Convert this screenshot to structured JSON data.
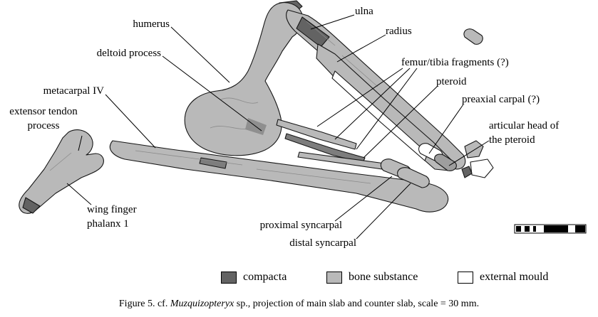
{
  "figure": {
    "labels": {
      "humerus": "humerus",
      "deltoid_process": "deltoid process",
      "metacarpal_iv": "metacarpal IV",
      "extensor_tendon_process": "extensor tendon process",
      "wing_finger_phalanx_1": "wing finger phalanx 1",
      "ulna": "ulna",
      "radius": "radius",
      "femur_tibia_fragments": "femur/tibia fragments (?)",
      "pteroid": "pteroid",
      "preaxial_carpal": "preaxial carpal (?)",
      "articular_head": "articular head of the pteroid",
      "proximal_syncarpal": "proximal syncarpal",
      "distal_syncarpal": "distal syncarpal"
    },
    "legend": {
      "items": [
        {
          "label": "compacta",
          "color": "#636363"
        },
        {
          "label": "bone substance",
          "color": "#b9b9b9"
        },
        {
          "label": "external mould",
          "color": "#ffffff"
        }
      ]
    },
    "caption": {
      "prefix": "Figure 5. cf. ",
      "taxon": "Muzquizopteryx",
      "suffix": " sp., projection of main slab and counter slab, scale = 30 mm."
    },
    "colors": {
      "compacta": "#636363",
      "bone": "#b9b9b9",
      "mould": "#ffffff",
      "outline": "#161616"
    }
  }
}
